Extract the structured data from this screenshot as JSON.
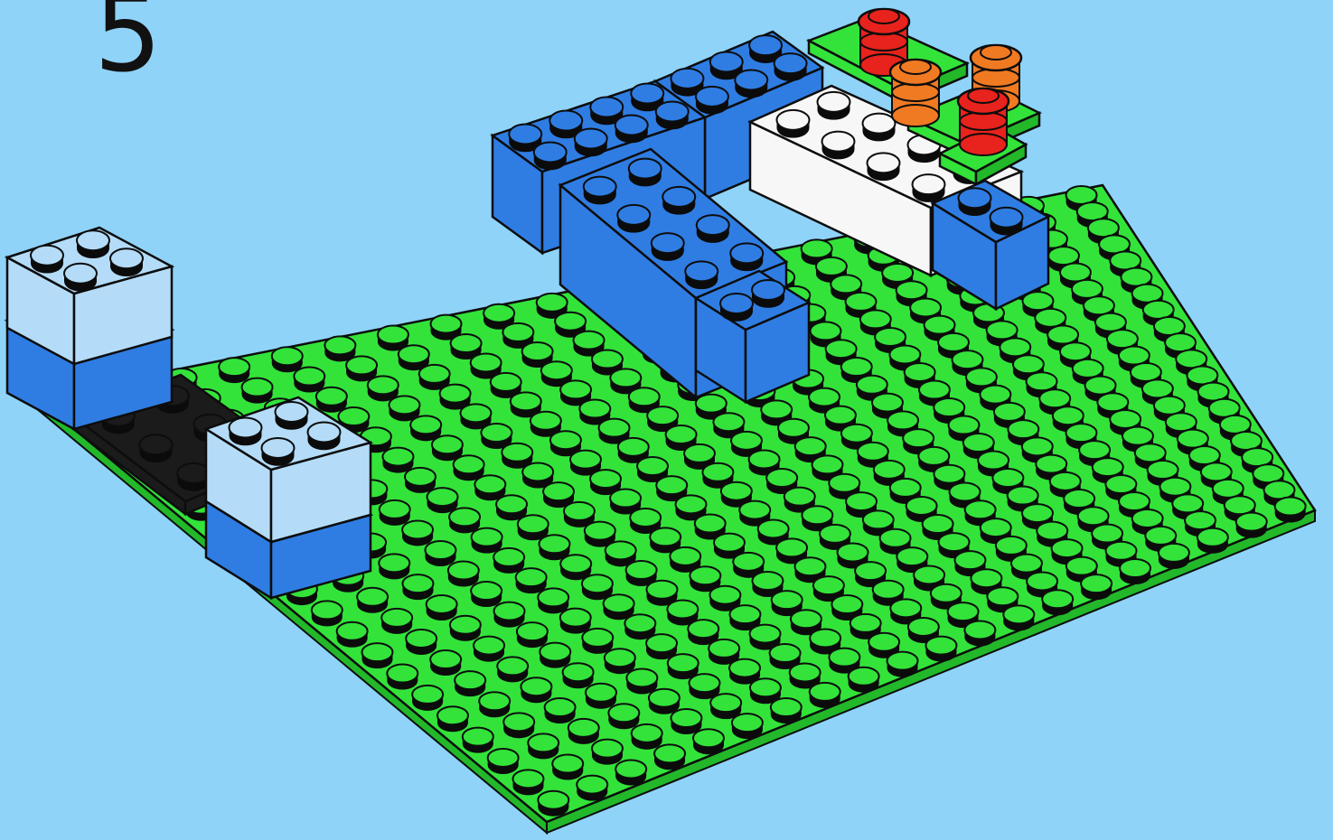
{
  "step_number": "5",
  "colors": {
    "background": "#8fd3f8",
    "baseplate": "#33e33a",
    "baseplate_side": "#22b82a",
    "outline": "#0d0d0d",
    "dark_blue": "#2f7de3",
    "light_blue": "#b4dcf8",
    "white": "#f7f7f7",
    "black": "#1b1b1b",
    "red": "#e8221c",
    "orange": "#f07a22"
  },
  "objects": {
    "baseplate": "green-baseplate",
    "bricks": [
      "light-blue-on-blue-stack-left",
      "light-blue-on-blue-stack-front",
      "black-plate",
      "blue-brick-row",
      "white-brick",
      "blue-small-brick",
      "green-plates-top",
      "round-studs-red-orange"
    ]
  }
}
